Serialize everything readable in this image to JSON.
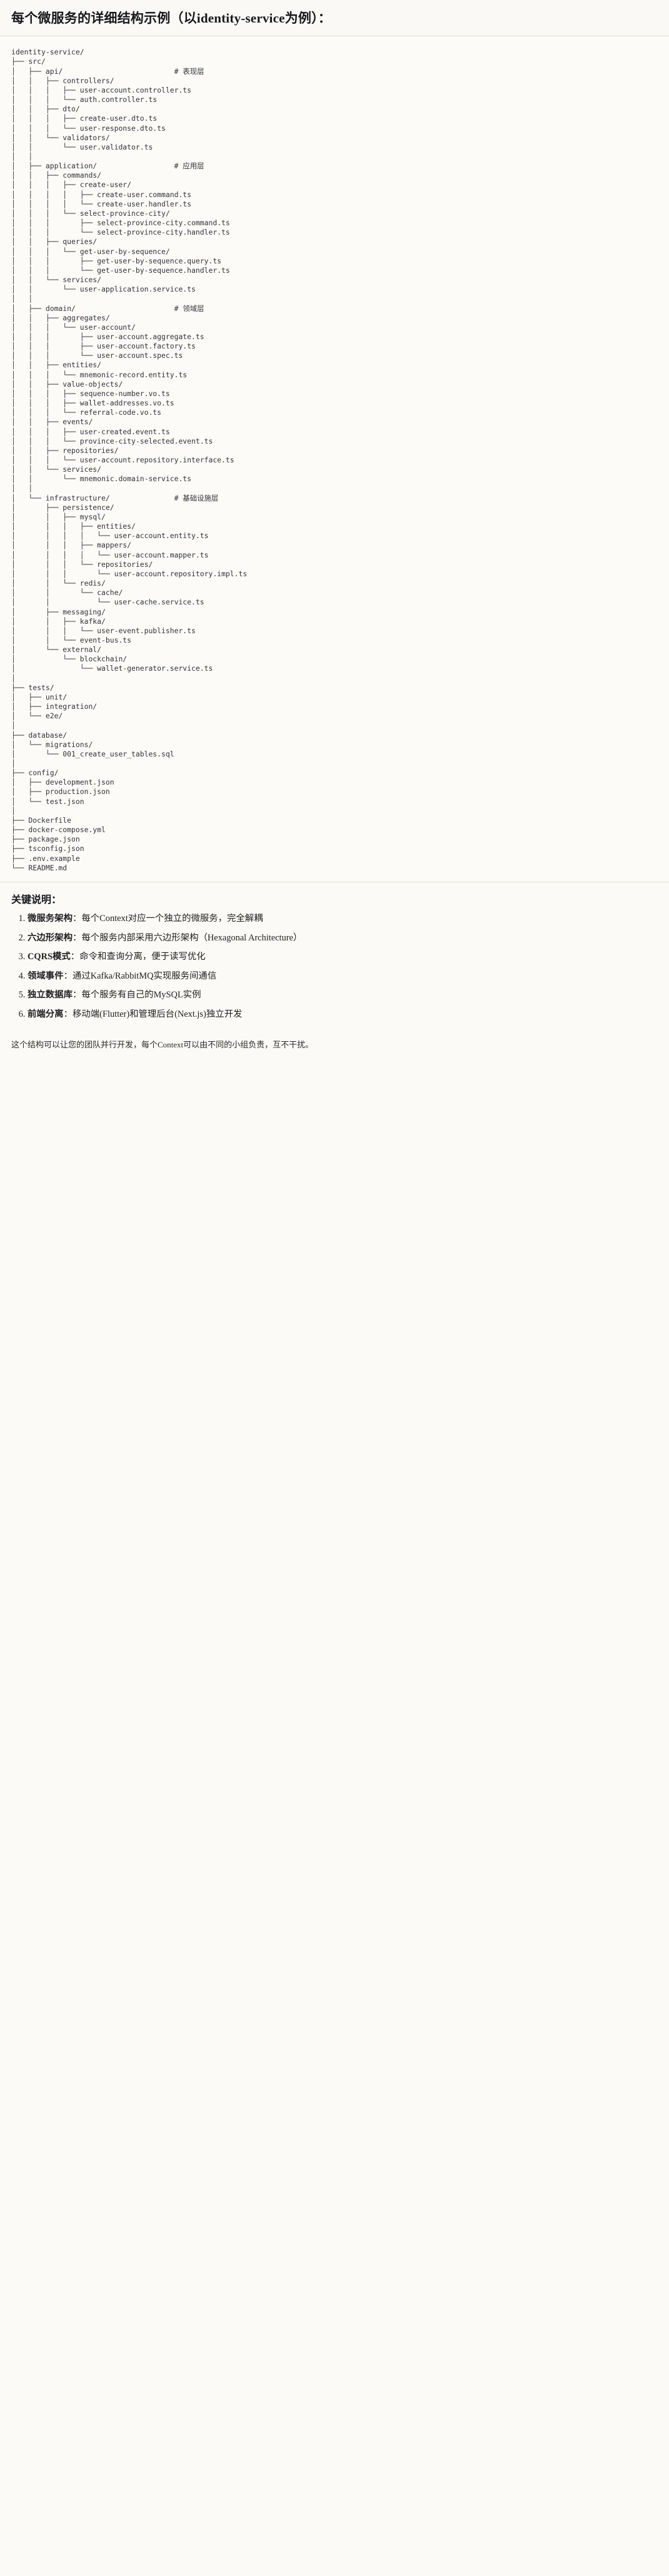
{
  "header": {
    "title": "每个微服务的详细结构示例（以identity-service为例）："
  },
  "tree": {
    "root": "identity-service/",
    "text": "identity-service/\n├── src/\n│   ├── api/                          # 表现层\n│   │   ├── controllers/\n│   │   │   ├── user-account.controller.ts\n│   │   │   └── auth.controller.ts\n│   │   ├── dto/\n│   │   │   ├── create-user.dto.ts\n│   │   │   └── user-response.dto.ts\n│   │   └── validators/\n│   │       └── user.validator.ts\n│   │\n│   ├── application/                  # 应用层\n│   │   ├── commands/\n│   │   │   ├── create-user/\n│   │   │   │   ├── create-user.command.ts\n│   │   │   │   └── create-user.handler.ts\n│   │   │   └── select-province-city/\n│   │   │       ├── select-province-city.command.ts\n│   │   │       └── select-province-city.handler.ts\n│   │   ├── queries/\n│   │   │   └── get-user-by-sequence/\n│   │   │       ├── get-user-by-sequence.query.ts\n│   │   │       └── get-user-by-sequence.handler.ts\n│   │   └── services/\n│   │       └── user-application.service.ts\n│   │\n│   ├── domain/                       # 领域层\n│   │   ├── aggregates/\n│   │   │   └── user-account/\n│   │   │       ├── user-account.aggregate.ts\n│   │   │       ├── user-account.factory.ts\n│   │   │       └── user-account.spec.ts\n│   │   ├── entities/\n│   │   │   └── mnemonic-record.entity.ts\n│   │   ├── value-objects/\n│   │   │   ├── sequence-number.vo.ts\n│   │   │   ├── wallet-addresses.vo.ts\n│   │   │   └── referral-code.vo.ts\n│   │   ├── events/\n│   │   │   ├── user-created.event.ts\n│   │   │   └── province-city-selected.event.ts\n│   │   ├── repositories/\n│   │   │   └── user-account.repository.interface.ts\n│   │   └── services/\n│   │       └── mnemonic.domain-service.ts\n│   │\n│   └── infrastructure/               # 基础设施层\n│       ├── persistence/\n│       │   ├── mysql/\n│       │   │   ├── entities/\n│       │   │   │   └── user-account.entity.ts\n│       │   │   ├── mappers/\n│       │   │   │   └── user-account.mapper.ts\n│       │   │   └── repositories/\n│       │   │       └── user-account.repository.impl.ts\n│       │   └── redis/\n│       │       └── cache/\n│       │           └── user-cache.service.ts\n│       ├── messaging/\n│       │   ├── kafka/\n│       │   │   └── user-event.publisher.ts\n│       │   └── event-bus.ts\n│       └── external/\n│           └── blockchain/\n│               └── wallet-generator.service.ts\n│\n├── tests/\n│   ├── unit/\n│   ├── integration/\n│   └── e2e/\n│\n├── database/\n│   └── migrations/\n│       └── 001_create_user_tables.sql\n│\n├── config/\n│   ├── development.json\n│   ├── production.json\n│   └── test.json\n│\n├── Dockerfile\n├── docker-compose.yml\n├── package.json\n├── tsconfig.json\n├── .env.example\n└── README.md"
  },
  "keypoints": {
    "title": "关键说明：",
    "items": [
      {
        "term": "微服务架构",
        "sep": "：",
        "desc": "每个Context对应一个独立的微服务，完全解耦"
      },
      {
        "term": "六边形架构",
        "sep": "：",
        "desc": "每个服务内部采用六边形架构（Hexagonal Architecture）"
      },
      {
        "term": "CQRS模式",
        "sep": "：",
        "desc": "命令和查询分离，便于读写优化"
      },
      {
        "term": "领域事件",
        "sep": "：",
        "desc": "通过Kafka/RabbitMQ实现服务间通信"
      },
      {
        "term": "独立数据库",
        "sep": "：",
        "desc": "每个服务有自己的MySQL实例"
      },
      {
        "term": "前端分离",
        "sep": "：",
        "desc": "移动端(Flutter)和管理后台(Next.js)独立开发"
      }
    ]
  },
  "closing": {
    "text": "这个结构可以让您的团队并行开发，每个Context可以由不同的小组负责，互不干扰。"
  }
}
